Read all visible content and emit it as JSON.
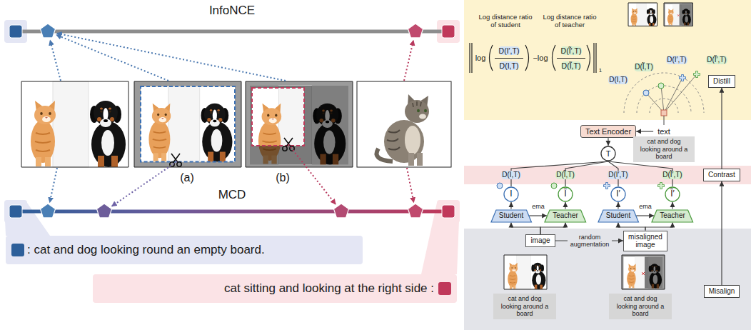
{
  "diagram": {
    "nodes": [
      {
        "text": [
          "Distill"
        ]
      },
      {
        "text": [
          "Text Encoder"
        ]
      },
      {
        "text": [
          "text"
        ]
      },
      {
        "text": [
          "cat and dog looking around a board"
        ]
      },
      {
        "text": [
          "T"
        ]
      },
      {
        "text": [
          "Contrast"
        ]
      },
      {
        "text": [
          "I"
        ]
      },
      {
        "text": [
          "Ĩ"
        ]
      },
      {
        "text": [
          "I′"
        ]
      },
      {
        "text": [
          "Ĩ′"
        ]
      },
      {
        "text": [
          "Student"
        ]
      },
      {
        "text": [
          "Teacher"
        ]
      },
      {
        "text": [
          "Student"
        ]
      },
      {
        "text": [
          "Teacher"
        ]
      },
      {
        "text": [
          "image"
        ]
      },
      {
        "text": [
          "misaligned image"
        ]
      },
      {
        "text": [
          "cat and dog looking around a board"
        ]
      },
      {
        "text": [
          "cat and dog looking around a board"
        ]
      },
      {
        "text": [
          "Misalign"
        ]
      }
    ],
    "edges": [
      {
        "from": 1,
        "to": 4,
        "arrow": "to"
      },
      {
        "from": 2,
        "to": 1,
        "arrow": "to"
      },
      {
        "from": 6,
        "to": 4,
        "label": "D(I,T)",
        "arrow": "none"
      },
      {
        "from": 7,
        "to": 4,
        "label": "D(Ĩ,T)",
        "arrow": "none"
      },
      {
        "from": 8,
        "to": 4,
        "label": "D(I′,T)",
        "arrow": "none"
      },
      {
        "from": 9,
        "to": 4,
        "label": "D(Ĩ′,T)",
        "arrow": "none"
      },
      {
        "from": 10,
        "to": 6,
        "arrow": "to"
      },
      {
        "from": 11,
        "to": 7,
        "arrow": "to"
      },
      {
        "from": 12,
        "to": 8,
        "arrow": "to"
      },
      {
        "from": 13,
        "to": 9,
        "arrow": "to"
      },
      {
        "from": 10,
        "to": 11,
        "label": "ema",
        "arrow": "to"
      },
      {
        "from": 12,
        "to": 13,
        "label": "ema",
        "arrow": "to"
      },
      {
        "from": 14,
        "to": 10,
        "arrow": "to"
      },
      {
        "from": 14,
        "to": 11,
        "arrow": "to"
      },
      {
        "from": 15,
        "to": 12,
        "arrow": "to"
      },
      {
        "from": 15,
        "to": 13,
        "arrow": "to"
      },
      {
        "from": 14,
        "to": 15,
        "label": "random augmentation",
        "arrow": "to"
      },
      {
        "from": 18,
        "to": 5,
        "arrow": "to"
      },
      {
        "from": 5,
        "to": 0,
        "arrow": "to"
      }
    ],
    "labels": [
      "InfoNCE",
      "MCD",
      "(a)",
      "(b)",
      "Log distance ratio of student",
      "Log distance ratio of teacher",
      "log",
      "D(I′,T)",
      "D(I,T)",
      "−log",
      "D(Ĩ′,T)",
      "D(Ĩ,T)",
      "1",
      "D(I,T)",
      "D(Ĩ,T)",
      "D(I′,T)",
      "D(Ĩ′,T)"
    ],
    "legend": [
      {
        "text": ": cat and dog looking round an empty board.",
        "color": "#2d5f9a"
      },
      {
        "text": "cat sitting and looking at the right side :",
        "color": "#c0385a"
      }
    ]
  }
}
